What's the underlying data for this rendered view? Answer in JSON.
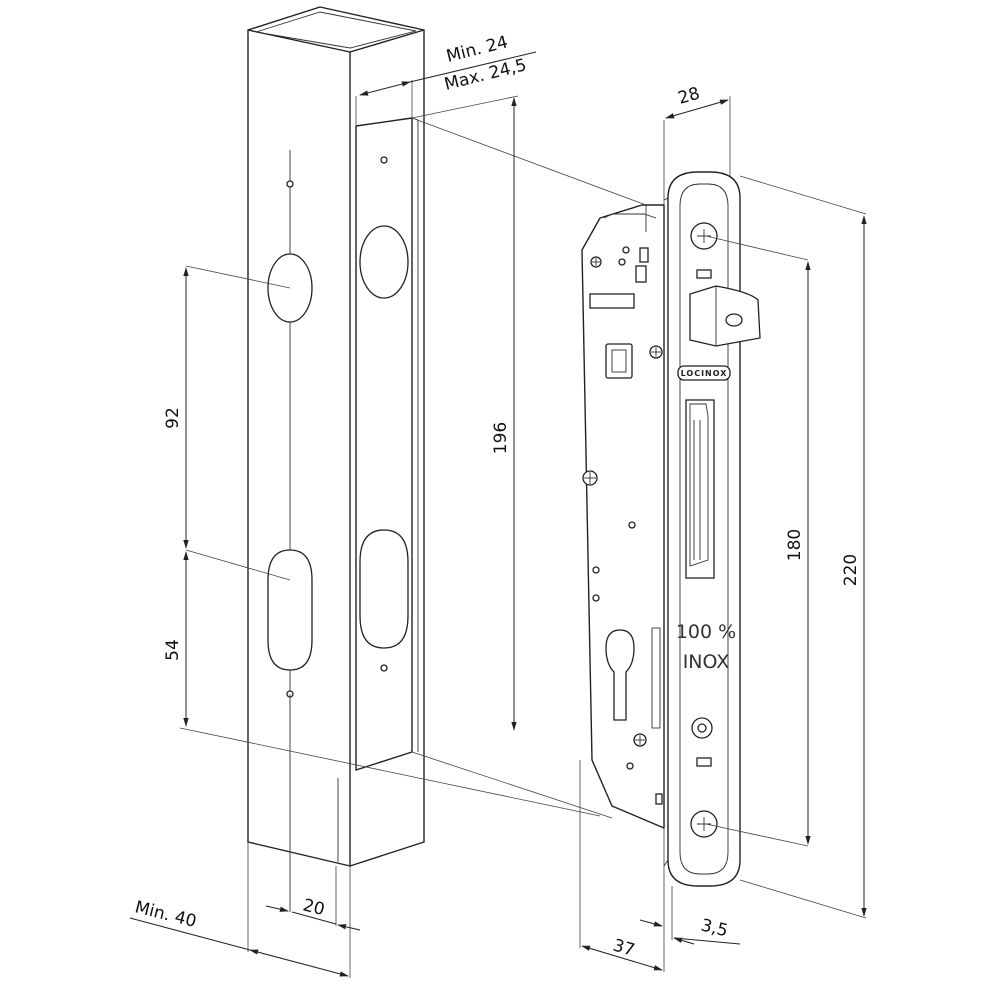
{
  "dimensions": {
    "post_width": "Min. 40",
    "hole_offset": "20",
    "cutout_min": "Min. 24",
    "cutout_max": "Max. 24,5",
    "hole_spacing_upper": "92",
    "hole_spacing_lower": "54",
    "cutout_height": "196",
    "faceplate_width": "28",
    "screw_spacing": "180",
    "faceplate_height": "220",
    "backset": "37",
    "faceplate_thickness": "3,5"
  },
  "lock": {
    "brand_label": "LOCINOX",
    "material_line1": "100 %",
    "material_line2": "INOX"
  },
  "colors": {
    "line": "#222222",
    "background": "#ffffff"
  }
}
